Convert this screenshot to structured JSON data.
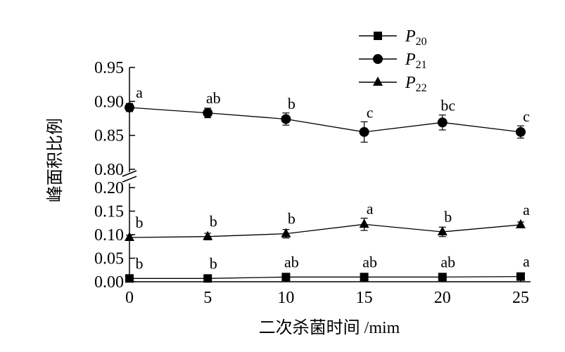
{
  "chart_data": {
    "type": "line",
    "xlabel": "二次杀菌时间 /mim",
    "ylabel": "峰面积比例",
    "x": [
      0,
      5,
      10,
      15,
      20,
      25
    ],
    "x_ticks": [
      "0",
      "5",
      "10",
      "15",
      "20",
      "25"
    ],
    "xlim": [
      0,
      25
    ],
    "y_axis_break": true,
    "y_lower_range": [
      0,
      0.2
    ],
    "y_upper_range": [
      0.8,
      0.95
    ],
    "y_ticks_lower": [
      "0.00",
      "0.05",
      "0.10",
      "0.15",
      "0.20"
    ],
    "y_ticks_upper": [
      "0.80",
      "0.85",
      "0.90",
      "0.95"
    ],
    "legend_position": "top-right",
    "grid": false,
    "series": [
      {
        "name": "P",
        "subscript": "20",
        "marker": "square",
        "color": "#000000",
        "values": [
          0.007,
          0.007,
          0.01,
          0.01,
          0.01,
          0.011
        ],
        "errors": [
          0.002,
          0.002,
          0.002,
          0.002,
          0.002,
          0.002
        ],
        "letters": [
          "b",
          "b",
          "ab",
          "ab",
          "ab",
          "a"
        ]
      },
      {
        "name": "P",
        "subscript": "21",
        "marker": "circle",
        "color": "#000000",
        "values": [
          0.891,
          0.883,
          0.874,
          0.855,
          0.869,
          0.855
        ],
        "errors": [
          0.006,
          0.007,
          0.009,
          0.015,
          0.011,
          0.009
        ],
        "letters": [
          "a",
          "ab",
          "b",
          "c",
          "bc",
          "c"
        ]
      },
      {
        "name": "P",
        "subscript": "22",
        "marker": "triangle",
        "color": "#000000",
        "values": [
          0.094,
          0.096,
          0.102,
          0.122,
          0.106,
          0.121
        ],
        "errors": [
          0.005,
          0.007,
          0.009,
          0.013,
          0.01,
          0.006
        ],
        "letters": [
          "b",
          "b",
          "b",
          "a",
          "b",
          "a"
        ]
      }
    ]
  }
}
